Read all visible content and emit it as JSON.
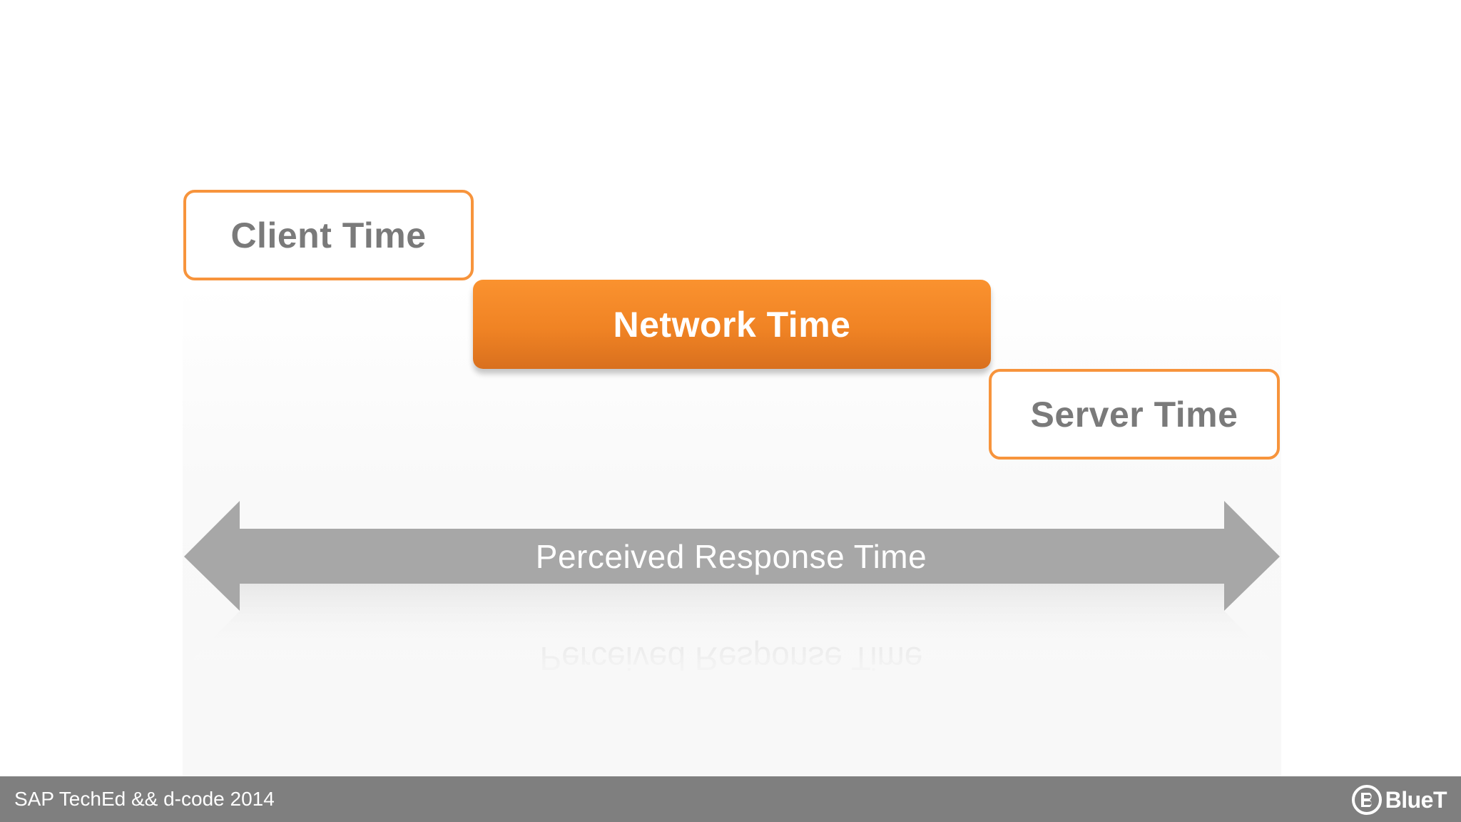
{
  "diagram": {
    "client_label": "Client Time",
    "network_label": "Network Time",
    "server_label": "Server Time",
    "arrow_label": "Perceived Response Time"
  },
  "footer": {
    "event_text": "SAP TechEd && d-code 2014",
    "logo_text": "BlueT"
  },
  "colors": {
    "accent_orange": "#f7943c",
    "box_text_gray": "#7a7a7a",
    "arrow_gray": "#a7a7a7",
    "footer_gray": "#7f7f7f"
  }
}
